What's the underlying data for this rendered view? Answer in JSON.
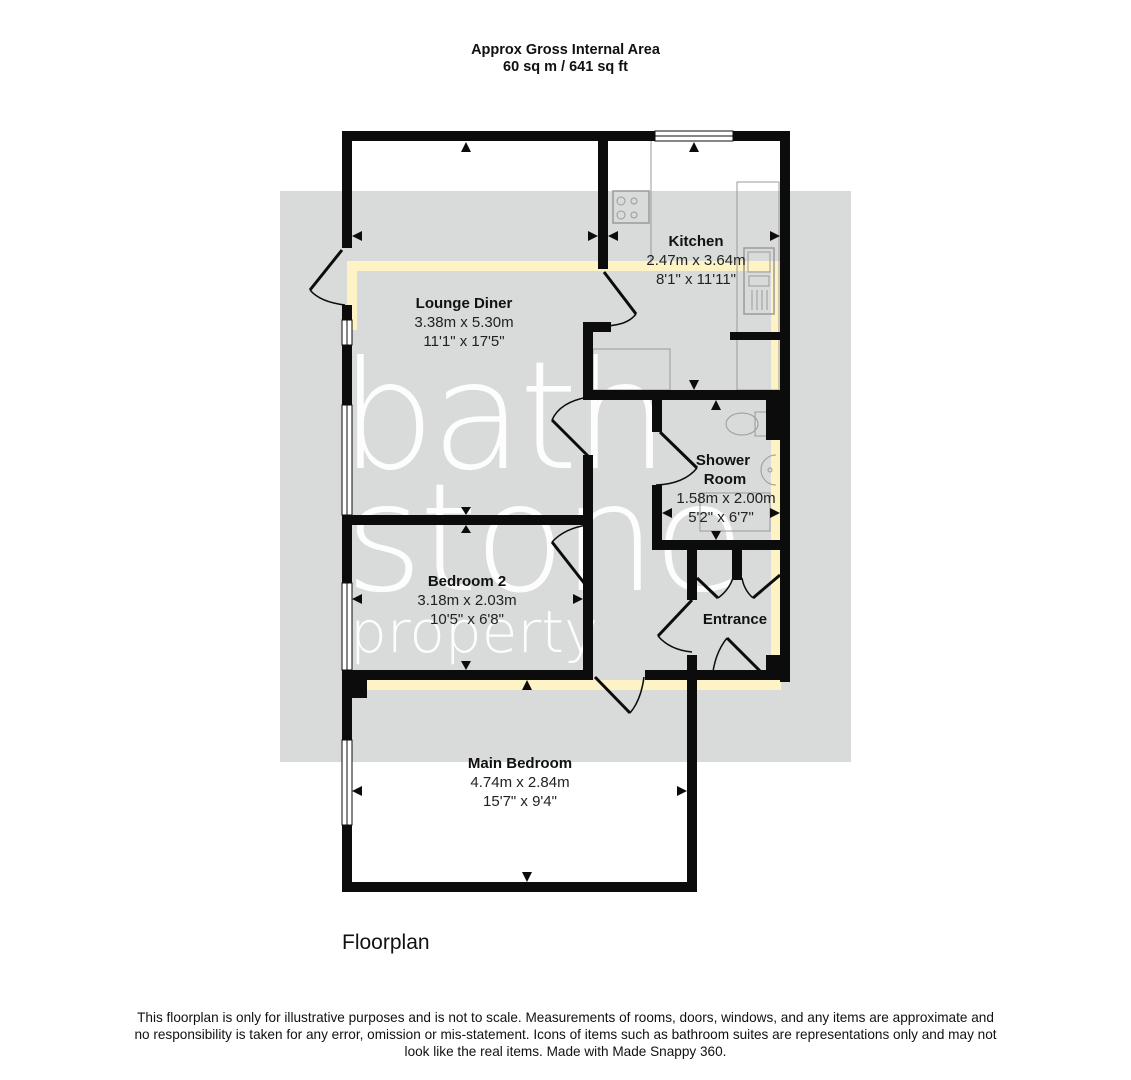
{
  "header": {
    "title": "Approx Gross Internal Area",
    "area": "60 sq m / 641 sq ft"
  },
  "watermark": {
    "line1": "bath",
    "line2": "stone",
    "line3": "property",
    "background": "#d9dada"
  },
  "colors": {
    "wall": "#0c0c0c",
    "highlight_outline": "#fdf3c4",
    "fixture_stroke": "#9a9a9a"
  },
  "rooms": [
    {
      "id": "kitchen",
      "name": "Kitchen",
      "metric": "2.47m x 3.64m",
      "imperial": "8'1\" x 11'11\""
    },
    {
      "id": "lounge",
      "name": "Lounge Diner",
      "metric": "3.38m x 5.30m",
      "imperial": "11'1\" x 17'5\""
    },
    {
      "id": "shower",
      "name": "Shower Room",
      "name_line1": "Shower",
      "name_line2": "Room",
      "metric": "1.58m x 2.00m",
      "imperial": "5'2\" x 6'7\""
    },
    {
      "id": "bedroom2",
      "name": "Bedroom 2",
      "metric": "3.18m x 2.03m",
      "imperial": "10'5\" x 6'8\""
    },
    {
      "id": "entrance",
      "name": "Entrance"
    },
    {
      "id": "main_bedroom",
      "name": "Main Bedroom",
      "metric": "4.74m x 2.84m",
      "imperial": "15'7\" x 9'4\""
    }
  ],
  "floor_label": "Floorplan",
  "disclaimer": "This floorplan is only for illustrative purposes and is not to scale. Measurements of rooms, doors, windows, and any items are approximate and no responsibility is taken for any error, omission or mis-statement. Icons of items such as bathroom suites are representations only and may not look like the real items. Made with Made Snappy 360."
}
